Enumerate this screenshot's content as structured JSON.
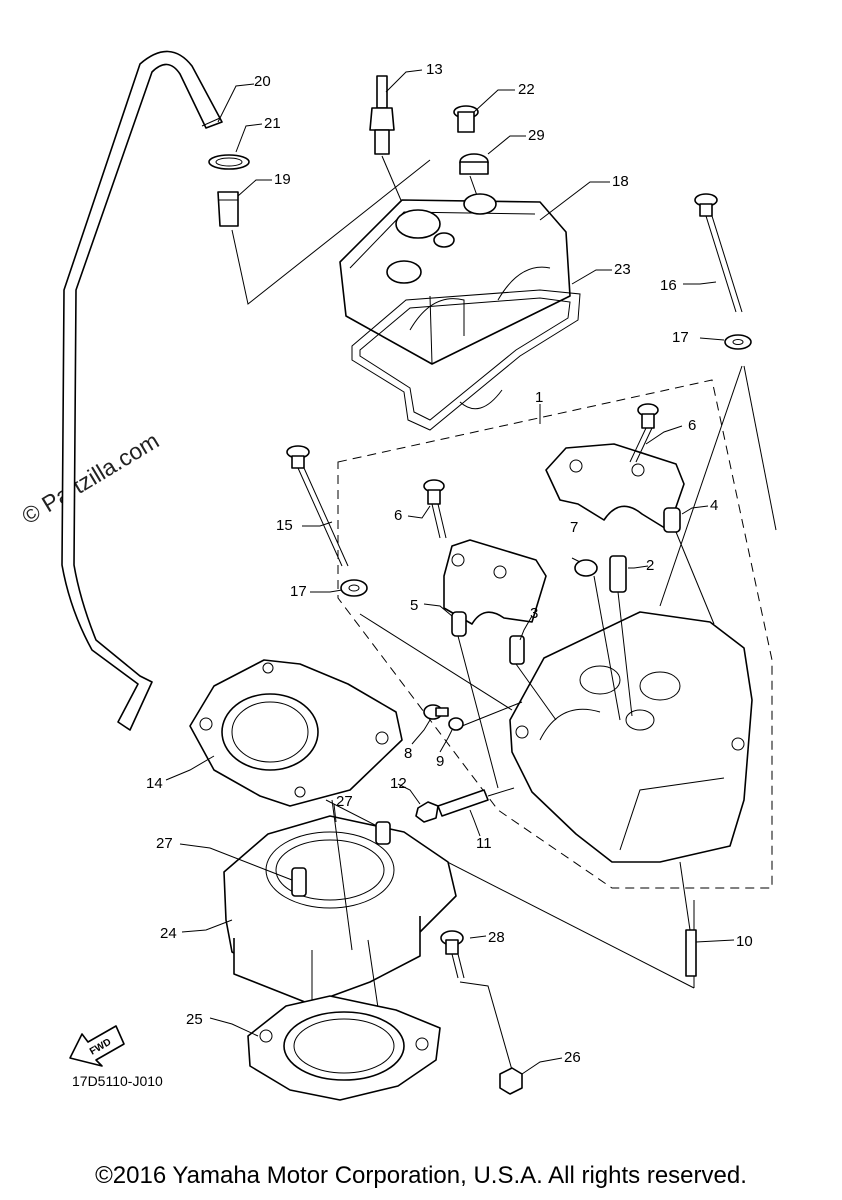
{
  "watermark": "© Partzilla.com",
  "diagram_code": "17D5110-J010",
  "fwd_label": "FWD",
  "copyright": "©2016 Yamaha Motor Corporation, U.S.A. All rights reserved.",
  "callouts": {
    "c1": "1",
    "c2": "2",
    "c3": "3",
    "c4": "4",
    "c5": "5",
    "c6a": "6",
    "c6b": "6",
    "c7": "7",
    "c8": "8",
    "c9": "9",
    "c10": "10",
    "c11": "11",
    "c12": "12",
    "c13": "13",
    "c14": "14",
    "c15": "15",
    "c16": "16",
    "c17a": "17",
    "c17b": "17",
    "c18": "18",
    "c19": "19",
    "c20": "20",
    "c21": "21",
    "c22": "22",
    "c23": "23",
    "c24": "24",
    "c25": "25",
    "c26": "26",
    "c27a": "27",
    "c27b": "27",
    "c28": "28",
    "c29": "29"
  }
}
